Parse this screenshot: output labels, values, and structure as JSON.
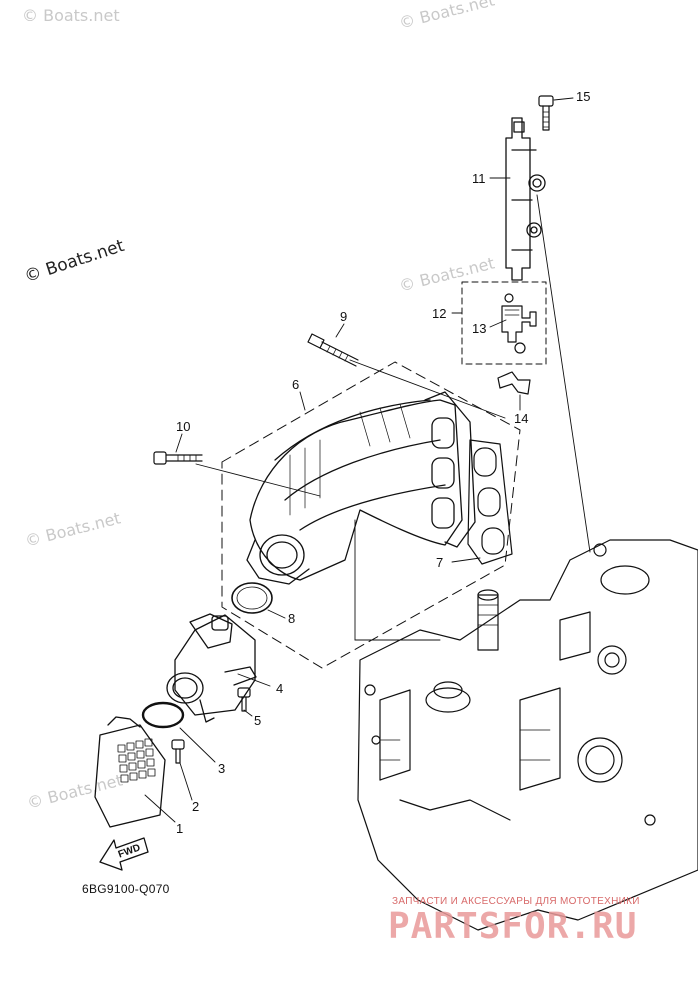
{
  "watermarks": {
    "main": "© Boats.net",
    "faint": "© Boats.net"
  },
  "diagram": {
    "code": "6BG9100-Q070",
    "fwd_label": "FWD",
    "callouts": [
      "1",
      "2",
      "3",
      "4",
      "5",
      "6",
      "7",
      "8",
      "9",
      "10",
      "11",
      "12",
      "13",
      "14",
      "15"
    ]
  },
  "branding": {
    "promo_text": "ЗАПЧАСТИ И АКСЕССУАРЫ ДЛЯ МОТОТЕХНИКИ",
    "logo_text": "PARTSFOR.RU"
  }
}
